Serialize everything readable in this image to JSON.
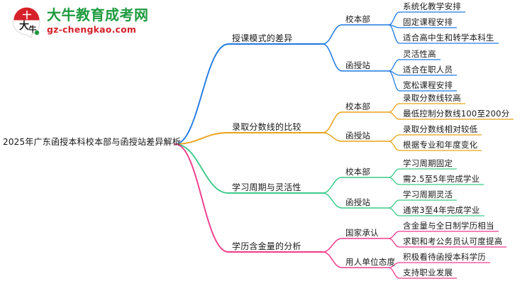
{
  "logo": {
    "mark_name": "daniu-logo-mark",
    "cn_name": "大牛教育成考网",
    "domain": "gz-chengkao.com",
    "badge_text": "大牛",
    "colors": {
      "red": "#d6212a",
      "green": "#1f9b3f"
    }
  },
  "mindmap": {
    "root": {
      "label": "2025年广东函授本科校本部与函授站差异解析"
    },
    "branches": [
      {
        "label": "授课模式的差异",
        "color": "#1f7ae0",
        "children": [
          {
            "label": "校本部",
            "leaves": [
              "系统化教学安排",
              "固定课程安排",
              "适合高中生和转学本科生"
            ]
          },
          {
            "label": "函授站",
            "leaves": [
              "灵活性高",
              "适合在职人员",
              "宽松课程安排"
            ]
          }
        ]
      },
      {
        "label": "录取分数线的比较",
        "color": "#e8a317",
        "children": [
          {
            "label": "校本部",
            "leaves": [
              "录取分数线较高",
              "最低控制分数线100至200分"
            ]
          },
          {
            "label": "函授站",
            "leaves": [
              "录取分数线相对较低",
              "根据专业和年度变化"
            ]
          }
        ]
      },
      {
        "label": "学习周期与灵活性",
        "color": "#3dc98a",
        "children": [
          {
            "label": "校本部",
            "leaves": [
              "学习周期固定",
              "需2.5至5年完成学业"
            ]
          },
          {
            "label": "函授站",
            "leaves": [
              "学习周期灵活",
              "通常3至4年完成学业"
            ]
          }
        ]
      },
      {
        "label": "学历含金量的分析",
        "color": "#ef3b8b",
        "children": [
          {
            "label": "国家承认",
            "leaves": [
              "含金量与全日制学历相当",
              "求职和考公务员认可度提高"
            ]
          },
          {
            "label": "用人单位态度",
            "leaves": [
              "积极看待函授本科学历",
              "支持职业发展"
            ]
          }
        ]
      }
    ]
  }
}
